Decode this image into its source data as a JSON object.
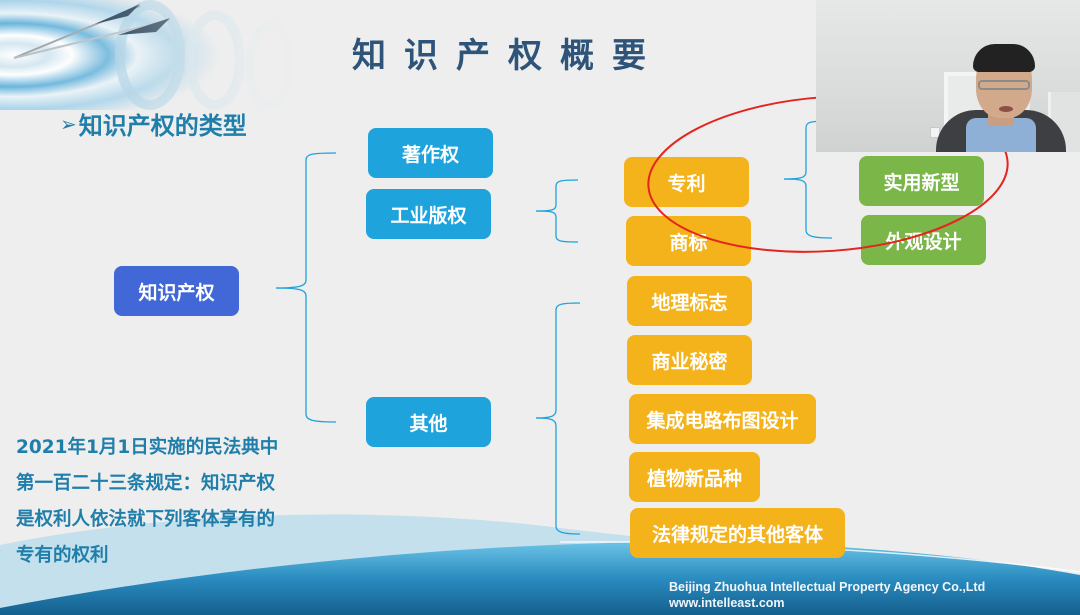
{
  "slide": {
    "title": "知识产权概要",
    "subtitle": {
      "bullet_icon": "➢",
      "text": "知识产权的类型"
    },
    "colors": {
      "title": "#2f5479",
      "subtitle": "#1f7eaa",
      "root_node": "#4267d6",
      "level1_node": "#1ea3dc",
      "level2_node": "#f4b21b",
      "level3_node": "#7ab648",
      "connector": "#1ea3dc",
      "annotation_ellipse": "#e52420"
    },
    "mindmap": {
      "root": "知识产权",
      "level1": [
        {
          "label": "著作权"
        },
        {
          "label": "工业版权"
        },
        {
          "label": "其他"
        }
      ],
      "industrial": [
        {
          "label": "专利"
        },
        {
          "label": "商标"
        }
      ],
      "patent": [
        {
          "label": "实用新型"
        },
        {
          "label": "外观设计"
        }
      ],
      "other": [
        {
          "label": "地理标志"
        },
        {
          "label": "商业秘密"
        },
        {
          "label": "集成电路布图设计"
        },
        {
          "label": "植物新品种"
        },
        {
          "label": "法律规定的其他客体"
        }
      ]
    },
    "law_text": {
      "lines": [
        "2021年1月1日实施的民法典中",
        "第一百二十三条规定：知识产权",
        "是权利人依法就下列客体享有的",
        "专有的权利"
      ]
    },
    "footer": {
      "company": "Beijing Zhuohua Intellectual Property Agency Co.,Ltd",
      "website": "www.intelleast.com"
    }
  },
  "webcam": {
    "label": "presenter-video"
  }
}
